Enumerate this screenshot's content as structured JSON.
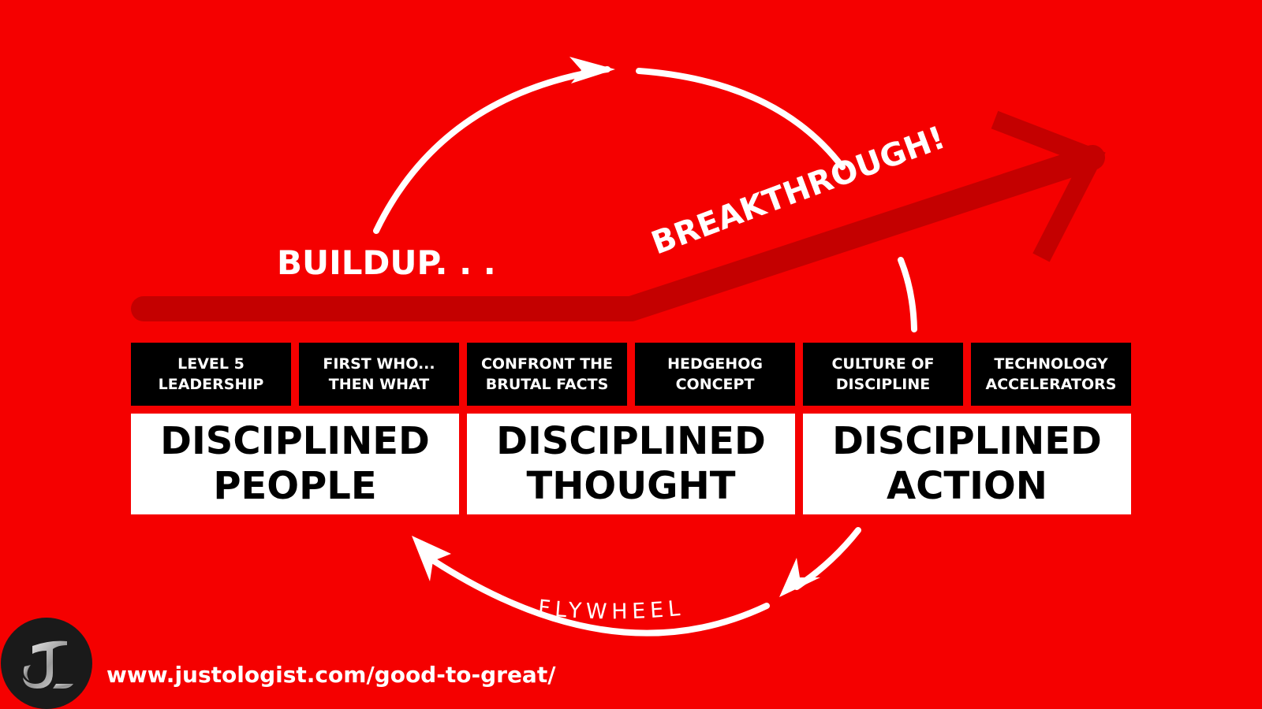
{
  "colors": {
    "background": "#f50000",
    "dark_arrow": "#c40000",
    "circle_arrows": "#ffffff",
    "sub_box_bg": "#000000",
    "main_box_bg": "#ffffff"
  },
  "labels": {
    "buildup": "BUILDUP. . .",
    "breakthrough": "BREAKTHROUGH!",
    "flywheel": "FLYWHEEL"
  },
  "sub_boxes": [
    {
      "line1": "LEVEL 5",
      "line2": "LEADERSHIP"
    },
    {
      "line1": "FIRST WHO...",
      "line2": "THEN WHAT"
    },
    {
      "line1": "CONFRONT THE",
      "line2": "BRUTAL FACTS"
    },
    {
      "line1": "HEDGEHOG",
      "line2": "CONCEPT"
    },
    {
      "line1": "CULTURE OF",
      "line2": "DISCIPLINE"
    },
    {
      "line1": "TECHNOLOGY",
      "line2": "ACCELERATORS"
    }
  ],
  "main_boxes": [
    {
      "line1": "DISCIPLINED",
      "line2": "PEOPLE"
    },
    {
      "line1": "DISCIPLINED",
      "line2": "THOUGHT"
    },
    {
      "line1": "DISCIPLINED",
      "line2": "ACTION"
    }
  ],
  "footer": {
    "url": "www.justologist.com/good-to-great/",
    "logo_icon": "stylized-j-logo-icon"
  }
}
